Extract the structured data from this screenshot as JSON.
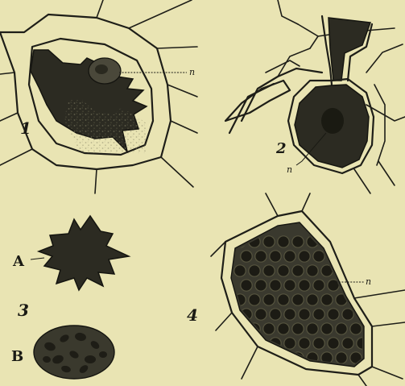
{
  "figures": [
    {
      "id": "1",
      "label": "1",
      "nucleus_label": "n"
    },
    {
      "id": "2",
      "label": "2",
      "nucleus_label": "n"
    },
    {
      "id": "3",
      "label": "3",
      "parts": [
        "A",
        "B"
      ]
    },
    {
      "id": "4",
      "label": "4",
      "nucleus_label": "n"
    }
  ],
  "colors": {
    "paper": "#e9e4b3",
    "ink": "#1e1e18",
    "cytoplasm": "#2c2b22"
  }
}
